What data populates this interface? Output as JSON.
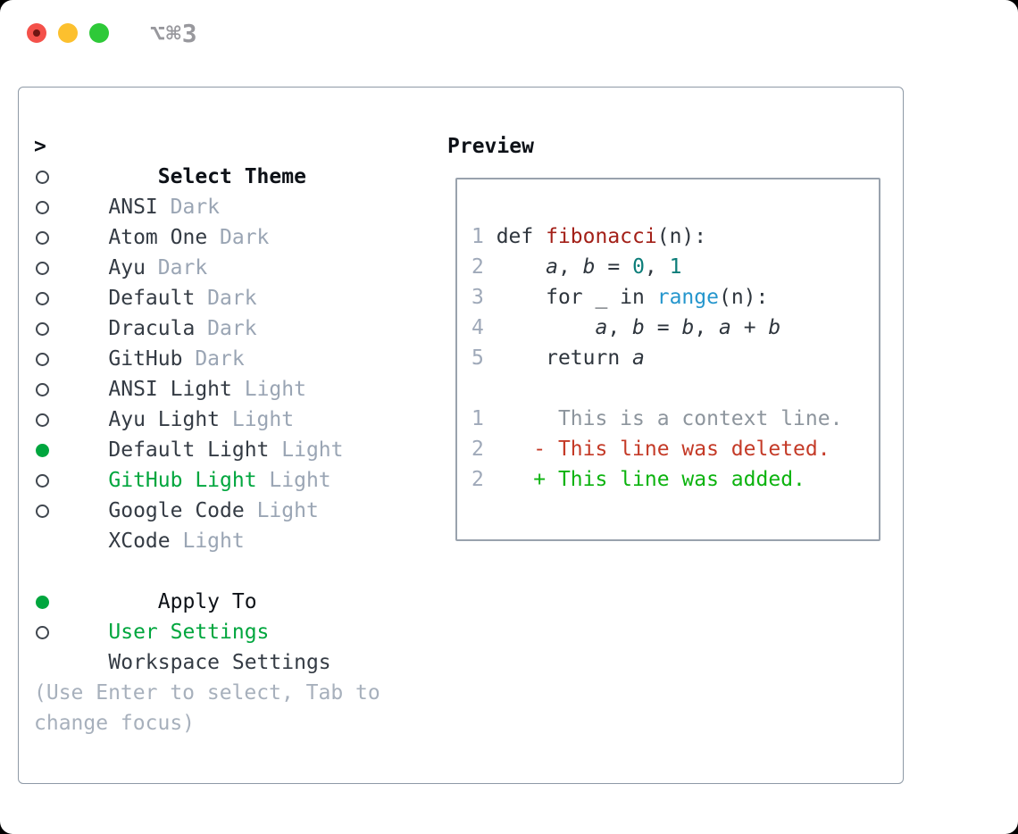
{
  "window": {
    "title": "⌥⌘3",
    "traffic_lights": [
      "close",
      "minimize",
      "zoom"
    ]
  },
  "colors": {
    "accent_green": "#00a63e",
    "added_green": "#0cb30f",
    "deleted_red": "#c43a27",
    "function_red": "#a32018",
    "number_teal": "#0c7d79",
    "call_blue": "#2596cd",
    "badge_gray": "#9aa5b4",
    "hint_gray": "#a7b0bc"
  },
  "theme_list": {
    "header_marker": ">",
    "header_label": "Select Theme",
    "items": [
      {
        "name": "ANSI",
        "badge": "Dark",
        "selected": false
      },
      {
        "name": "Atom One",
        "badge": "Dark",
        "selected": false
      },
      {
        "name": "Ayu",
        "badge": "Dark",
        "selected": false
      },
      {
        "name": "Default",
        "badge": "Dark",
        "selected": false
      },
      {
        "name": "Dracula",
        "badge": "Dark",
        "selected": false
      },
      {
        "name": "GitHub",
        "badge": "Dark",
        "selected": false
      },
      {
        "name": "ANSI Light",
        "badge": "Light",
        "selected": false
      },
      {
        "name": "Ayu Light",
        "badge": "Light",
        "selected": false
      },
      {
        "name": "Default Light",
        "badge": "Light",
        "selected": false
      },
      {
        "name": "GitHub Light",
        "badge": "Light",
        "selected": true
      },
      {
        "name": "Google Code",
        "badge": "Light",
        "selected": false
      },
      {
        "name": "XCode",
        "badge": "Light",
        "selected": false
      }
    ]
  },
  "apply_to": {
    "header_label": "Apply To",
    "options": [
      {
        "name": "User Settings",
        "selected": true
      },
      {
        "name": "Workspace Settings",
        "selected": false
      }
    ]
  },
  "hint_lines": [
    "(Use Enter to select, Tab to",
    "change focus)"
  ],
  "preview": {
    "header_label": "Preview",
    "code_lines": [
      [
        {
          "c": "ln",
          "t": "1 "
        },
        {
          "c": "pl",
          "t": "def "
        },
        {
          "c": "fn",
          "t": "fibonacci"
        },
        {
          "c": "pl",
          "t": "(n):"
        }
      ],
      [
        {
          "c": "ln",
          "t": "2 "
        },
        {
          "c": "pl",
          "t": "    "
        },
        {
          "c": "var",
          "t": "a"
        },
        {
          "c": "pl",
          "t": ", "
        },
        {
          "c": "var",
          "t": "b"
        },
        {
          "c": "pl",
          "t": " = "
        },
        {
          "c": "num",
          "t": "0"
        },
        {
          "c": "pl",
          "t": ", "
        },
        {
          "c": "num",
          "t": "1"
        }
      ],
      [
        {
          "c": "ln",
          "t": "3 "
        },
        {
          "c": "pl",
          "t": "    for _ in "
        },
        {
          "c": "call",
          "t": "range"
        },
        {
          "c": "pl",
          "t": "(n):"
        }
      ],
      [
        {
          "c": "ln",
          "t": "4 "
        },
        {
          "c": "pl",
          "t": "        "
        },
        {
          "c": "var",
          "t": "a"
        },
        {
          "c": "pl",
          "t": ", "
        },
        {
          "c": "var",
          "t": "b"
        },
        {
          "c": "pl",
          "t": " = "
        },
        {
          "c": "var",
          "t": "b"
        },
        {
          "c": "pl",
          "t": ", "
        },
        {
          "c": "var",
          "t": "a"
        },
        {
          "c": "pl",
          "t": " + "
        },
        {
          "c": "var",
          "t": "b"
        }
      ],
      [
        {
          "c": "ln",
          "t": "5 "
        },
        {
          "c": "pl",
          "t": "    return "
        },
        {
          "c": "var",
          "t": "a"
        }
      ],
      [],
      [
        {
          "c": "ln",
          "t": "1"
        },
        {
          "c": "ctx",
          "t": "      This is a context line."
        }
      ],
      [
        {
          "c": "ln",
          "t": "2"
        },
        {
          "c": "pl",
          "t": "    "
        },
        {
          "c": "del",
          "t": "- This line was deleted."
        }
      ],
      [
        {
          "c": "ln",
          "t": "2"
        },
        {
          "c": "pl",
          "t": "    "
        },
        {
          "c": "add",
          "t": "+ This line was added."
        }
      ]
    ]
  }
}
